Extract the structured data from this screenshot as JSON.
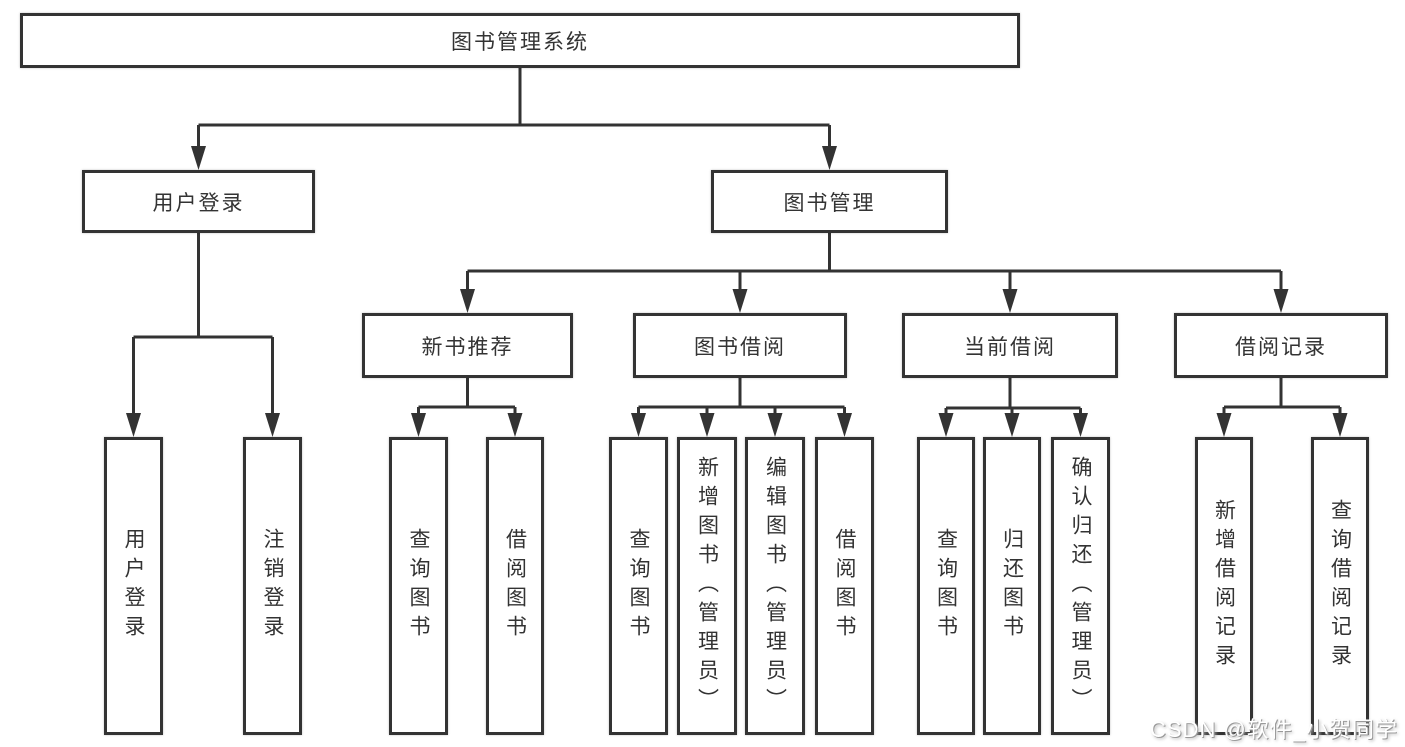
{
  "tree": {
    "root": {
      "label": "图书管理系统"
    },
    "branches": [
      {
        "label": "用户登录",
        "children": [
          {
            "label": "用户登录"
          },
          {
            "label": "注销登录"
          }
        ]
      },
      {
        "label": "图书管理",
        "children": [
          {
            "label": "新书推荐",
            "children": [
              {
                "label": "查询图书"
              },
              {
                "label": "借阅图书"
              }
            ]
          },
          {
            "label": "图书借阅",
            "children": [
              {
                "label": "查询图书"
              },
              {
                "label": "新增图书（管理员）"
              },
              {
                "label": "编辑图书（管理员）"
              },
              {
                "label": "借阅图书"
              }
            ]
          },
          {
            "label": "当前借阅",
            "children": [
              {
                "label": "查询图书"
              },
              {
                "label": "归还图书"
              },
              {
                "label": "确认归还（管理员）"
              }
            ]
          },
          {
            "label": "借阅记录",
            "children": [
              {
                "label": "新增借阅记录"
              },
              {
                "label": "查询借阅记录"
              }
            ]
          }
        ]
      }
    ]
  },
  "watermark": {
    "text": "CSDN @软件_小贺同学"
  },
  "colors": {
    "line": "#333333",
    "box_border": "#333333",
    "text": "#333333",
    "background": "#ffffff",
    "watermark_text": "#ffffff"
  }
}
